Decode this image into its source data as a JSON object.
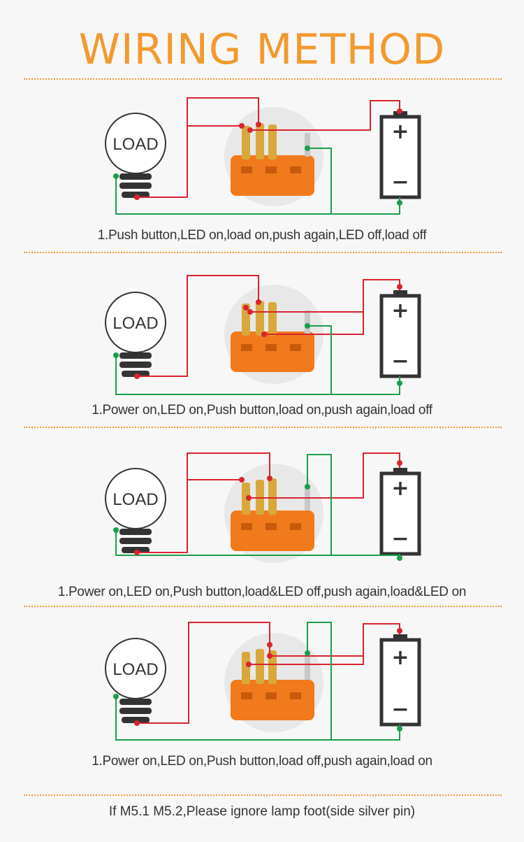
{
  "title": "WIRING METHOD",
  "colors": {
    "accent": "#f29a2e",
    "red_wire": "#d9242f",
    "green_wire": "#1b9e4b",
    "switch_body": "#f07a1c",
    "terminal": "#d8a93a",
    "battery_outline": "#333333"
  },
  "diagrams": [
    {
      "load_label": "LOAD",
      "battery_plus": "+",
      "battery_minus": "−",
      "caption": "1.Push button,LED on,load on,push again,LED off,load off"
    },
    {
      "load_label": "LOAD",
      "battery_plus": "+",
      "battery_minus": "−",
      "caption": "1.Power on,LED on,Push button,load on,push again,load off"
    },
    {
      "load_label": "LOAD",
      "battery_plus": "+",
      "battery_minus": "−",
      "caption": "1.Power on,LED on,Push button,load&LED off,push again,load&LED on"
    },
    {
      "load_label": "LOAD",
      "battery_plus": "+",
      "battery_minus": "−",
      "caption": "1.Power on,LED on,Push button,load off,push again,load on"
    }
  ],
  "footnote": "If M5.1 M5.2,Please ignore lamp foot(side silver pin)"
}
